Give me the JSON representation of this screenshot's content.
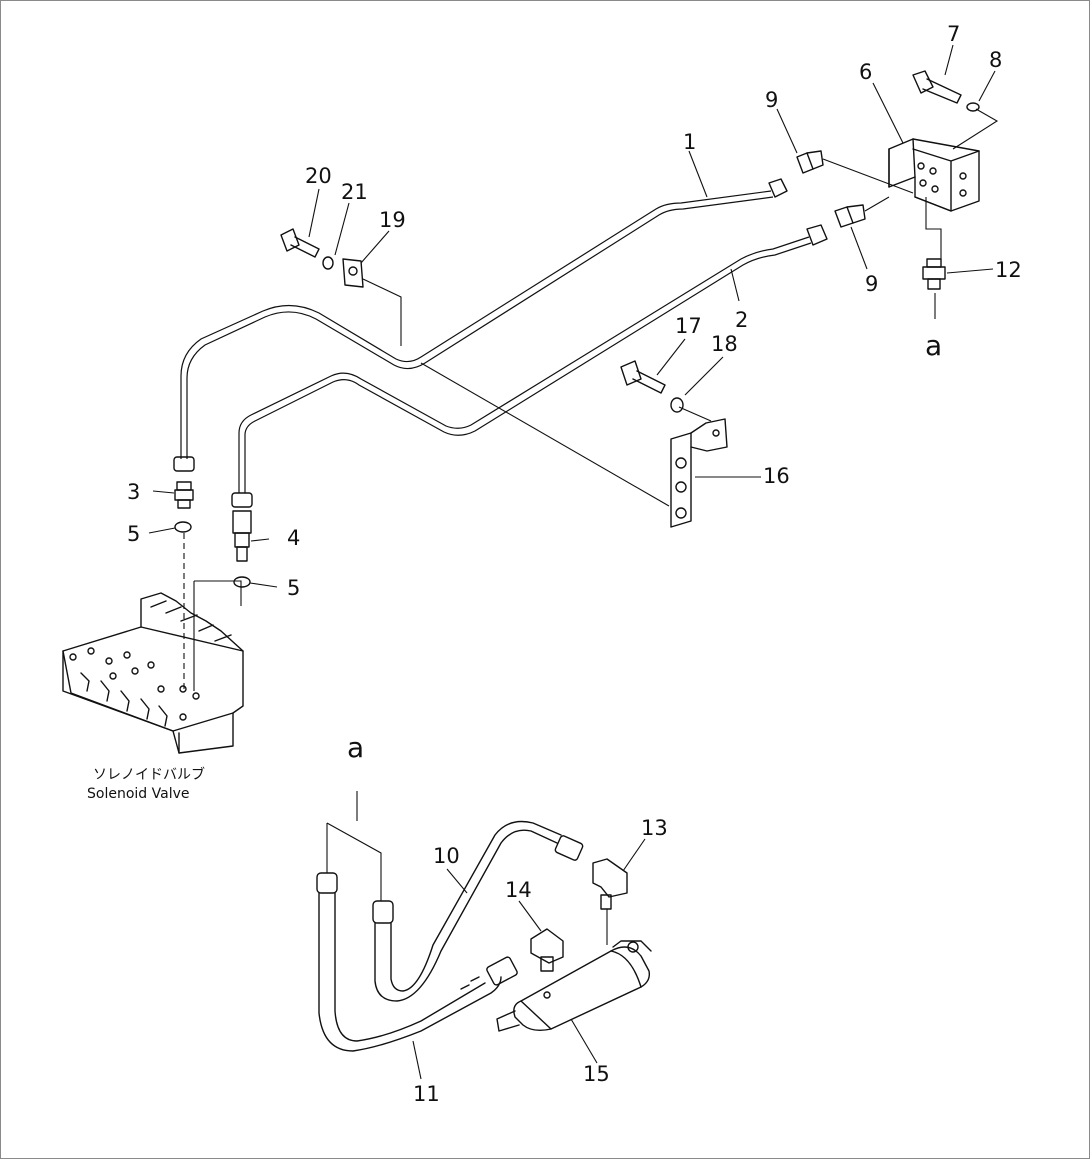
{
  "callouts": [
    {
      "id": "1",
      "text": "1"
    },
    {
      "id": "2",
      "text": "2"
    },
    {
      "id": "3",
      "text": "3"
    },
    {
      "id": "4",
      "text": "4"
    },
    {
      "id": "5a",
      "text": "5"
    },
    {
      "id": "5b",
      "text": "5"
    },
    {
      "id": "6",
      "text": "6"
    },
    {
      "id": "7",
      "text": "7"
    },
    {
      "id": "8",
      "text": "8"
    },
    {
      "id": "9a",
      "text": "9"
    },
    {
      "id": "9b",
      "text": "9"
    },
    {
      "id": "10",
      "text": "10"
    },
    {
      "id": "11",
      "text": "11"
    },
    {
      "id": "12",
      "text": "12"
    },
    {
      "id": "13",
      "text": "13"
    },
    {
      "id": "14",
      "text": "14"
    },
    {
      "id": "15",
      "text": "15"
    },
    {
      "id": "16",
      "text": "16"
    },
    {
      "id": "17",
      "text": "17"
    },
    {
      "id": "18",
      "text": "18"
    },
    {
      "id": "19",
      "text": "19"
    },
    {
      "id": "20",
      "text": "20"
    },
    {
      "id": "21",
      "text": "21"
    }
  ],
  "reference_marks": {
    "top": "a",
    "bottom": "a"
  },
  "solenoid_label": {
    "jp": "ソレノイドバルブ",
    "en": "Solenoid  Valve"
  },
  "colors": {
    "ink": "#111111",
    "paper": "#ffffff",
    "frame": "#8a8a8a"
  }
}
